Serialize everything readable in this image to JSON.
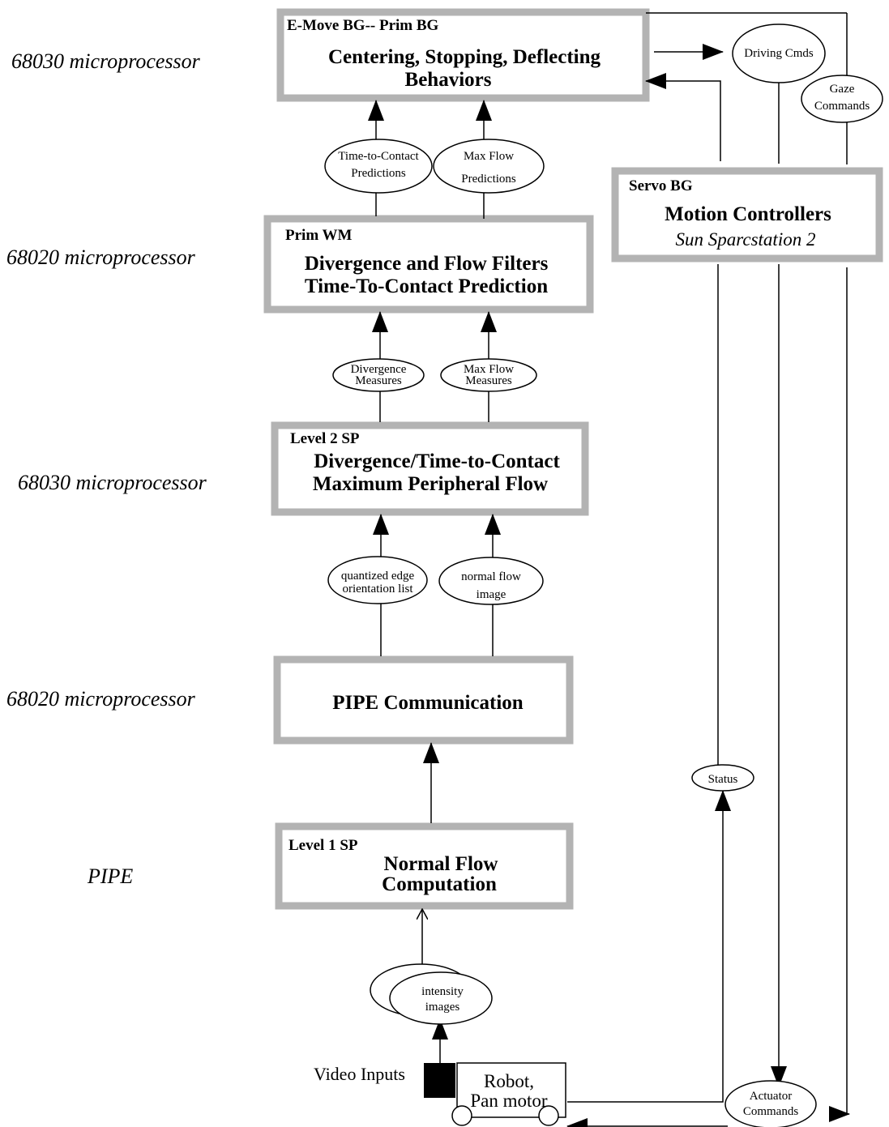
{
  "processors": {
    "p1": "68030 microprocessor",
    "p2": "68020 microprocessor",
    "p3": "68030 microprocessor",
    "p4": "68020 microprocessor",
    "p5": "PIPE"
  },
  "boxes": {
    "emove": {
      "title": "E-Move BG-- Prim BG",
      "line1": "Centering, Stopping, Deflecting",
      "line2": "Behaviors"
    },
    "primwm": {
      "title": "Prim WM",
      "line1": "Divergence and Flow Filters",
      "line2": "Time-To-Contact Prediction"
    },
    "level2": {
      "title": "Level 2 SP",
      "line1": "Divergence/Time-to-Contact",
      "line2": "Maximum Peripheral Flow"
    },
    "pipe": {
      "line1": "PIPE Communication"
    },
    "level1": {
      "title": "Level 1 SP",
      "line1": "Normal Flow",
      "line2": "Computation"
    },
    "servo": {
      "title": "Servo BG",
      "line1": "Motion Controllers",
      "line2": "Sun Sparcstation 2"
    }
  },
  "ellipses": {
    "ttc": {
      "l1": "Time-to-Contact",
      "l2": "Predictions"
    },
    "maxflowpred": {
      "l1": "Max Flow",
      "l2": "Predictions"
    },
    "divmeas": {
      "l1": "Divergence",
      "l2": "Measures"
    },
    "maxflowmeas": {
      "l1": "Max Flow",
      "l2": "Measures"
    },
    "quantized": {
      "l1": "quantized edge",
      "l2": "orientation list"
    },
    "normalflow": {
      "l1": "normal flow",
      "l2": "image"
    },
    "intensity": {
      "l1": "intensity",
      "l2": "images"
    },
    "driving": {
      "l1": "Driving Cmds"
    },
    "gaze": {
      "l1": "Gaze",
      "l2": "Commands"
    },
    "status": {
      "l1": "Status"
    },
    "actuator": {
      "l1": "Actuator",
      "l2": "Commands"
    }
  },
  "robot": {
    "l1": "Robot,",
    "l2": "Pan motor"
  },
  "video": {
    "label": "Video Inputs"
  },
  "colors": {
    "box_border": "#b3b3b3",
    "line": "#000000",
    "background": "#ffffff"
  }
}
